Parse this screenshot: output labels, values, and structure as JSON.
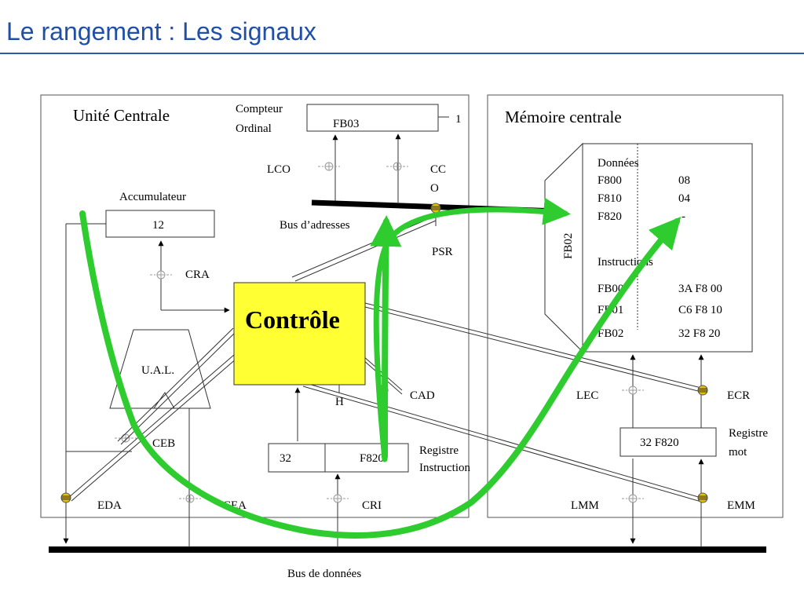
{
  "title": "Le rangement : Les signaux",
  "colors": {
    "title": "#1f4fa8",
    "control_fill": "#ffff33",
    "path": "#2ecc2e",
    "valve": "#999999",
    "valve_active": "#d4b000"
  },
  "cpu": {
    "label": "Unité Centrale",
    "counter_label_1": "Compteur",
    "counter_label_2": "Ordinal",
    "counter_value": "FB03",
    "counter_inc": "1",
    "accumulator_label": "Accumulateur",
    "accumulator_value": "12",
    "control_label": "Contrôle",
    "alu_label": "U.A.L.",
    "instr_reg_op": "32",
    "instr_reg_addr": "F820",
    "instr_reg_label_1": "Registre",
    "instr_reg_label_2": "Instruction",
    "signals": {
      "lco": "LCO",
      "cco_1": "CC",
      "cco_2": "O",
      "psr": "PSR",
      "cra": "CRA",
      "ceb": "CEB",
      "cad": "CAD",
      "h": "H",
      "eda": "EDA",
      "cea": "CEA",
      "cri": "CRI"
    },
    "address_bus_label": "Bus d’adresses"
  },
  "memory": {
    "label": "Mémoire centrale",
    "address_register": "FB02",
    "data_header": "Données",
    "data_rows": [
      {
        "addr": "F800",
        "val": "08"
      },
      {
        "addr": "F810",
        "val": "04"
      },
      {
        "addr": "F820",
        "val": "-"
      }
    ],
    "instr_header": "Instructions",
    "instr_rows": [
      {
        "addr": "FB00",
        "val": "3A F8 00"
      },
      {
        "addr": "FB01",
        "val": "C6 F8 10"
      },
      {
        "addr": "FB02",
        "val": "32 F8 20"
      }
    ],
    "word_register_value": "32 F820",
    "word_register_label_1": "Registre",
    "word_register_label_2": "mot",
    "signals": {
      "lec": "LEC",
      "ecr": "ECR",
      "lmm": "LMM",
      "emm": "EMM"
    }
  },
  "data_bus_label": "Bus de données"
}
